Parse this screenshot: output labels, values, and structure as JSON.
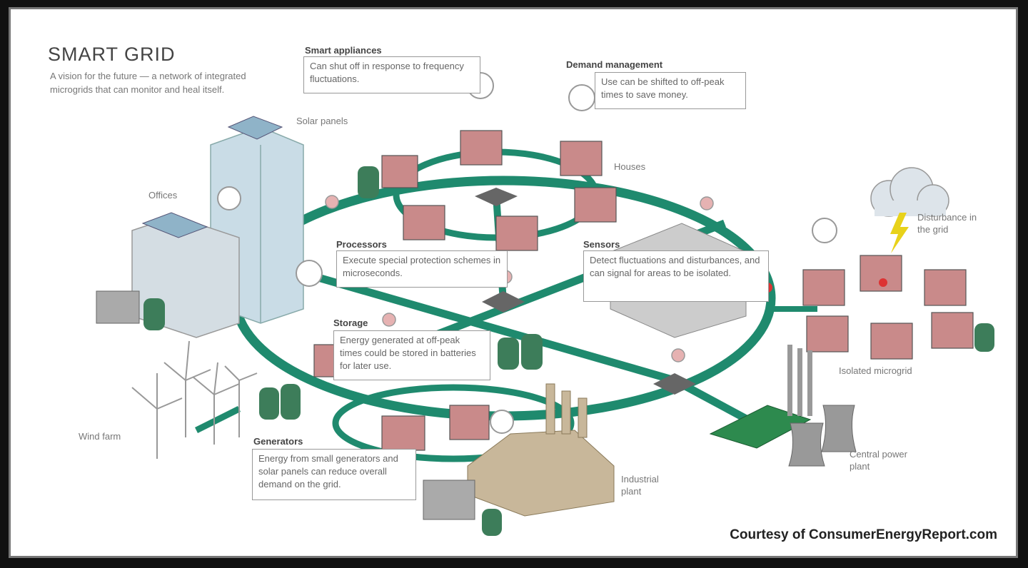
{
  "title": "SMART GRID",
  "subtitle": "A vision for the future — a network of integrated microgrids that can monitor and heal itself.",
  "labels": {
    "solar_panels": "Solar panels",
    "offices": "Offices",
    "houses": "Houses",
    "wind_farm": "Wind farm",
    "industrial_plant": "Industrial plant",
    "central_power_plant": "Central power plant",
    "isolated_microgrid": "Isolated microgrid",
    "disturbance": "Disturbance in the grid"
  },
  "callouts": {
    "smart_appliances": {
      "head": "Smart appliances",
      "text": "Can shut off in response to frequency fluctuations."
    },
    "demand_management": {
      "head": "Demand management",
      "text": "Use can be shifted to off-peak times to save money."
    },
    "processors": {
      "head": "Processors",
      "text": "Execute special protection schemes in microseconds."
    },
    "sensors": {
      "head": "Sensors",
      "text": "Detect fluctuations and disturbances, and can signal for areas to be isolated."
    },
    "storage": {
      "head": "Storage",
      "text": "Energy generated at off-peak times could be stored in batteries for later use."
    },
    "generators": {
      "head": "Generators",
      "text": "Energy from small generators and solar panels can reduce overall demand on the grid."
    }
  },
  "credit": "Courtesy of ConsumerEnergyReport.com",
  "colors": {
    "grid_line": "#1f8a6e",
    "house_wall": "#c98a8a",
    "building": "#c9dce6",
    "tank": "#3d7d5a",
    "storm_bolt": "#e8d21a"
  }
}
